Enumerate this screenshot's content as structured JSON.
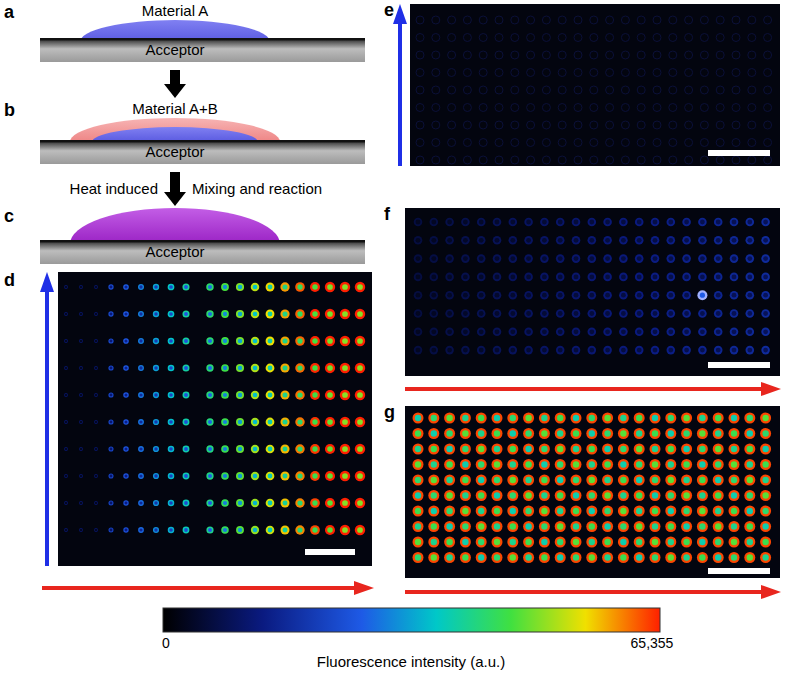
{
  "diagram": {
    "nodes": [
      {
        "text": [
          "Material A"
        ]
      },
      {
        "text": [
          "Acceptor"
        ]
      },
      {
        "text": [
          "Material A+B"
        ]
      },
      {
        "text": [
          "Acceptor"
        ]
      },
      {
        "text": [
          "Acceptor"
        ]
      }
    ],
    "edges": [
      {
        "from": 1,
        "to": 2,
        "arrow": "to"
      },
      {
        "from": 3,
        "to": 4,
        "arrow": "to"
      }
    ],
    "labels": [
      "a",
      "b",
      "c",
      "Heat induced",
      "Mixing and reaction",
      "d",
      "e",
      "f",
      "g",
      "0",
      "65,355",
      "Fluorescence intensity (a.u.)"
    ]
  }
}
